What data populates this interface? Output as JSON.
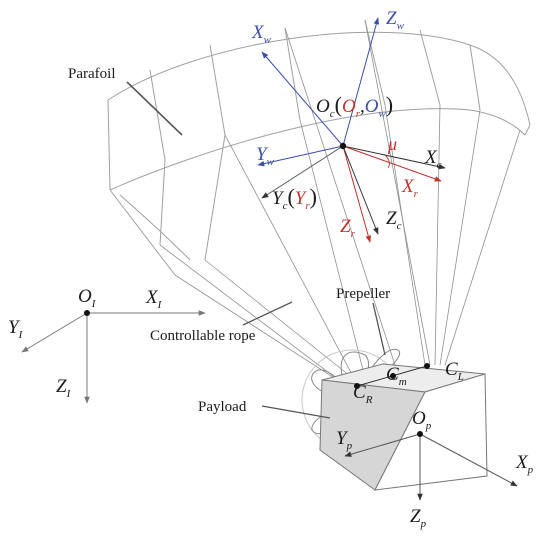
{
  "labels": {
    "parafoil": "Parafoil",
    "prepeller": "Prepeller",
    "controllable_rope": "Controllable rope",
    "payload": "Payload"
  },
  "axes": {
    "Xw": {
      "main": "X",
      "sub": "w"
    },
    "Zw": {
      "main": "Z",
      "sub": "w"
    },
    "Yw": {
      "main": "Y",
      "sub": "w"
    },
    "Xc": {
      "main": "X",
      "sub": "c"
    },
    "Xr": {
      "main": "X",
      "sub": "r"
    },
    "Zr": {
      "main": "Z",
      "sub": "r"
    },
    "Zc": {
      "main": "Z",
      "sub": "c"
    },
    "Yc": {
      "main": "Y",
      "sub": "c"
    },
    "Yr": {
      "main": "Y",
      "sub": "r"
    },
    "XI": {
      "main": "X",
      "sub": "I"
    },
    "YI": {
      "main": "Y",
      "sub": "I"
    },
    "ZI": {
      "main": "Z",
      "sub": "I"
    },
    "Xp": {
      "main": "X",
      "sub": "p"
    },
    "Yp": {
      "main": "Y",
      "sub": "p"
    },
    "Zp": {
      "main": "Z",
      "sub": "p"
    }
  },
  "points": {
    "Oc": {
      "main": "O",
      "sub": "c"
    },
    "Or": {
      "main": "O",
      "sub": "r"
    },
    "Ow": {
      "main": "O",
      "sub": "w"
    },
    "OI": {
      "main": "O",
      "sub": "I"
    },
    "Op": {
      "main": "O",
      "sub": "p"
    },
    "CR": {
      "main": "C",
      "sub": "R"
    },
    "Cm": {
      "main": "C",
      "sub": "m"
    },
    "CL": {
      "main": "C",
      "sub": "L"
    }
  },
  "symbols": {
    "mu": "μ",
    "paren_open": "(",
    "paren_close": ")",
    "comma": ","
  },
  "colors": {
    "blue": "#3a4fa8",
    "red": "#c0322b",
    "black": "#1a1a1a",
    "gray_line": "#8a8a8a",
    "canopy_stroke": "#9a9a9a",
    "payload_side": "#d9d9d9"
  }
}
